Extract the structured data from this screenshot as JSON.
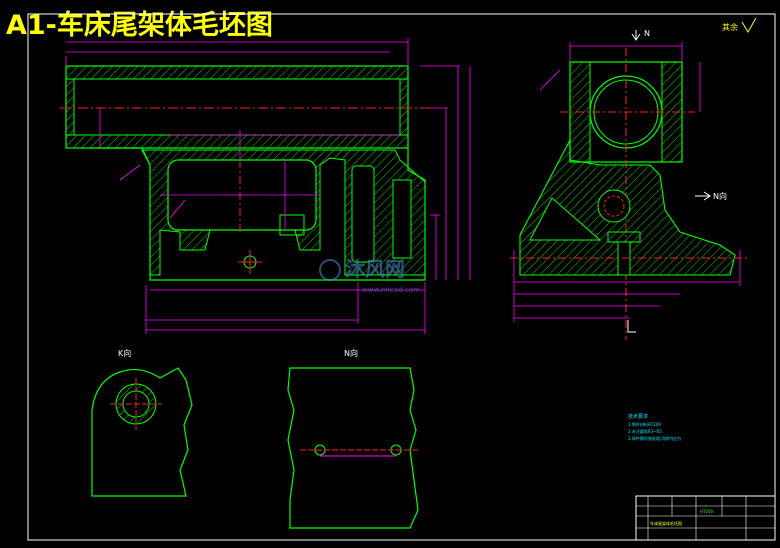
{
  "drawing": {
    "title": "A1-车床尾架体毛坯图",
    "view_labels": {
      "k_view": "K向",
      "n_view": "N向",
      "n_mark_top": "N",
      "n_mark_right": "N向"
    },
    "watermark": {
      "main": "沐风网",
      "sub": "www.mfcad.com"
    },
    "roughness_note": "其余",
    "notes": {
      "heading": "技术要求",
      "lines": [
        "1.铸件材料HT200",
        "2.未注圆角R3~R5",
        "3.铸件需时效处理,消除内应力"
      ]
    },
    "title_block": {
      "part_name": "车床尾架体毛坯图",
      "material": "HT200"
    }
  },
  "colors": {
    "background": "#000000",
    "title": "#ffff00",
    "outline": "#00ff00",
    "hatch": "#00cc00",
    "dim": "#ff00ff",
    "center": "#ff2020",
    "frame": "#ffffff",
    "notes": "#00e5ff"
  }
}
